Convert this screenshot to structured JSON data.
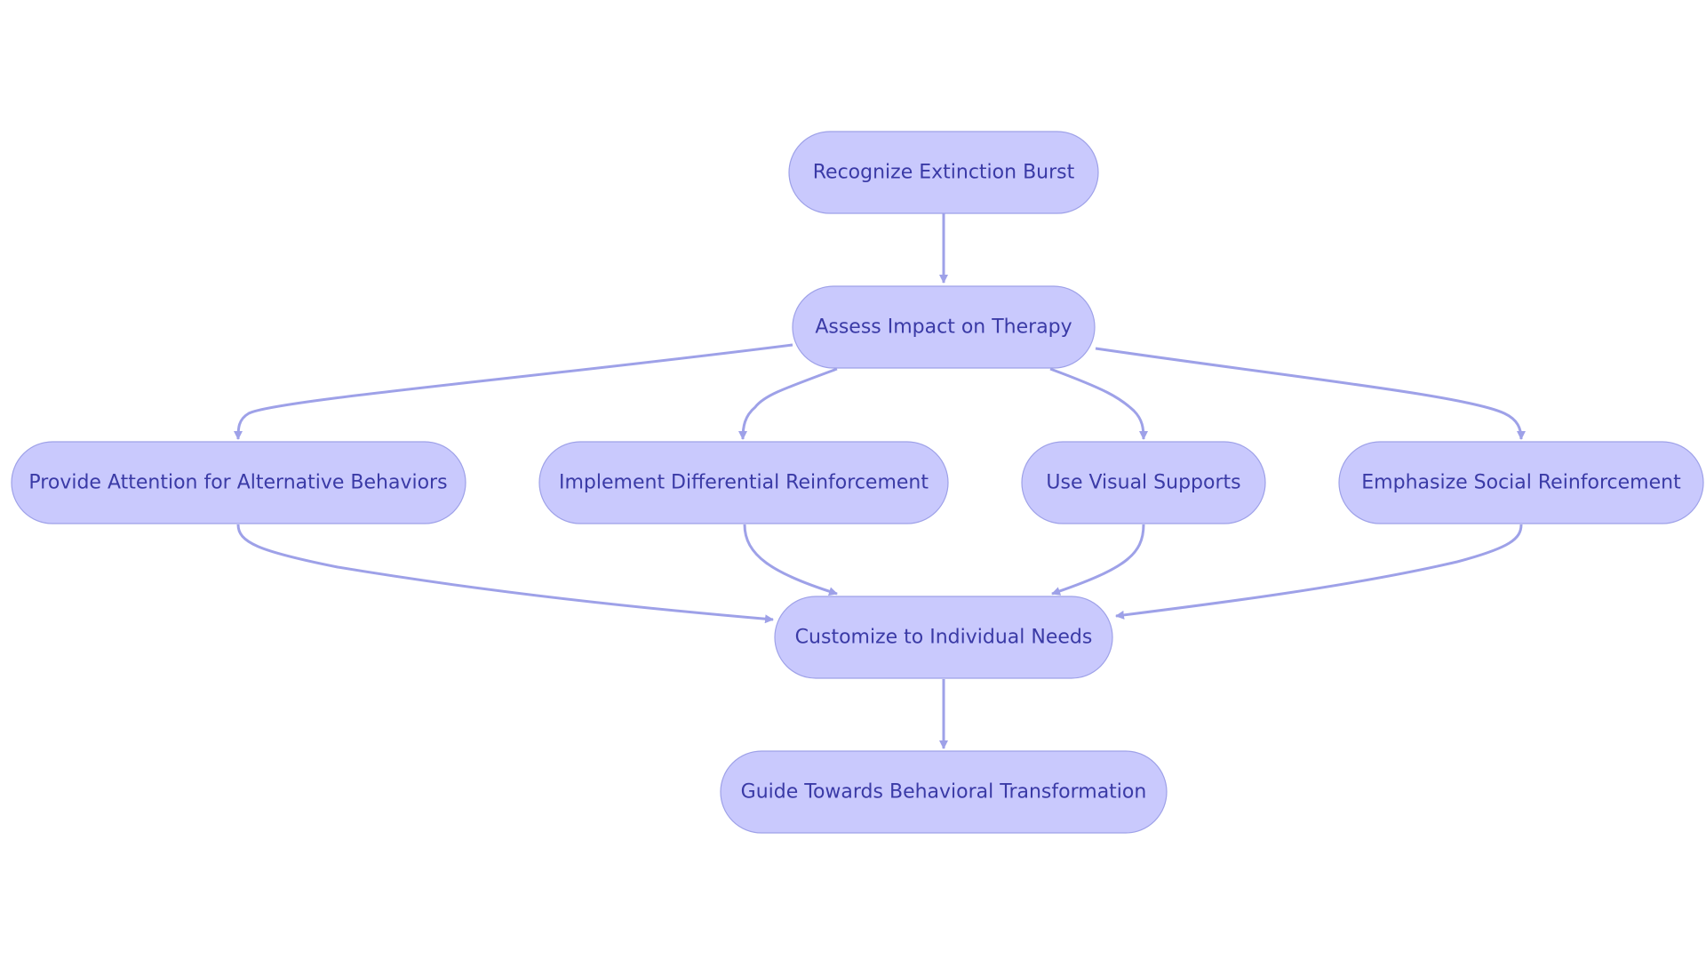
{
  "colors": {
    "node_fill": "#c9c9fd",
    "node_stroke": "#9ea1e8",
    "text": "#3a3aa6",
    "edge": "#9ea1e8"
  },
  "nodes": {
    "recognize": {
      "label": "Recognize Extinction Burst"
    },
    "assess": {
      "label": "Assess Impact on Therapy"
    },
    "attention": {
      "label": "Provide Attention for Alternative Behaviors"
    },
    "differential": {
      "label": "Implement Differential Reinforcement"
    },
    "visual": {
      "label": "Use Visual Supports"
    },
    "social": {
      "label": "Emphasize Social Reinforcement"
    },
    "customize": {
      "label": "Customize to Individual Needs"
    },
    "guide": {
      "label": "Guide Towards Behavioral Transformation"
    }
  },
  "edges": [
    {
      "from": "recognize",
      "to": "assess"
    },
    {
      "from": "assess",
      "to": "attention"
    },
    {
      "from": "assess",
      "to": "differential"
    },
    {
      "from": "assess",
      "to": "visual"
    },
    {
      "from": "assess",
      "to": "social"
    },
    {
      "from": "attention",
      "to": "customize"
    },
    {
      "from": "differential",
      "to": "customize"
    },
    {
      "from": "visual",
      "to": "customize"
    },
    {
      "from": "social",
      "to": "customize"
    },
    {
      "from": "customize",
      "to": "guide"
    }
  ]
}
